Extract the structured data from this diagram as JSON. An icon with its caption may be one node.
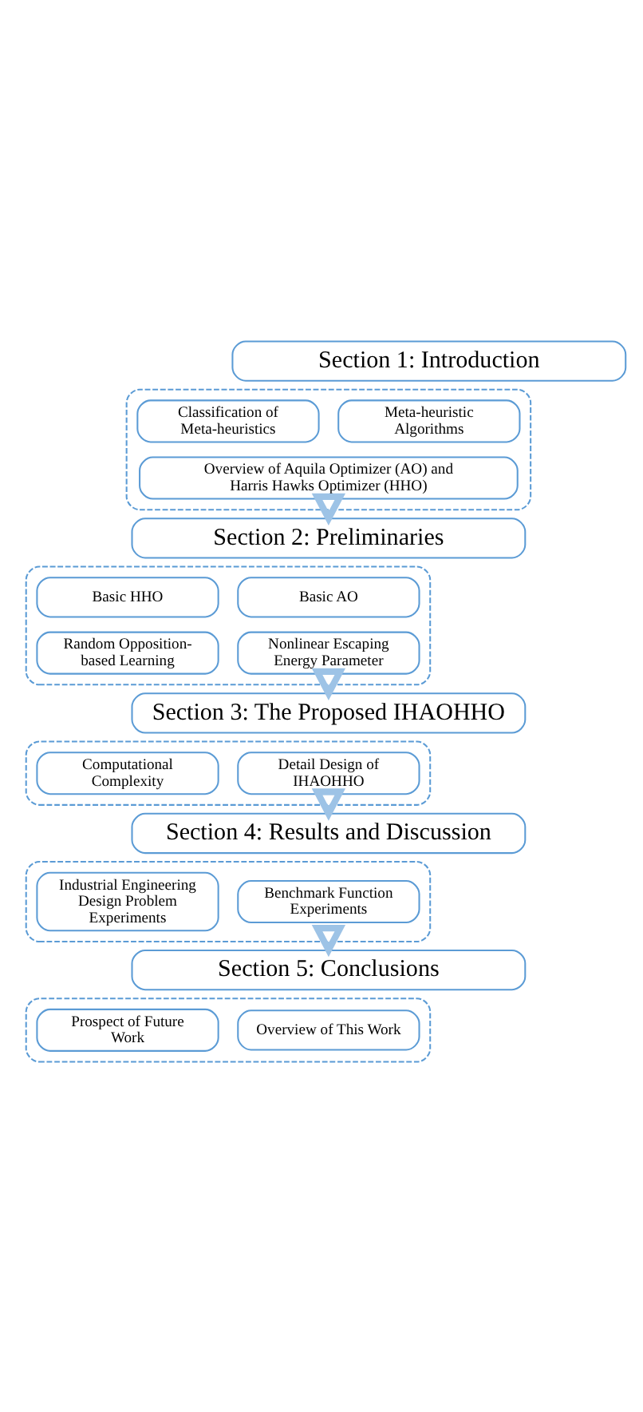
{
  "diagram": {
    "nodes": [
      {
        "text": [
          "Section 1: Introduction"
        ]
      },
      {
        "text": [],
        "shape": "box"
      },
      {
        "text": [
          "Meta-heuristic Algorithms"
        ],
        "in": 1
      },
      {
        "text": [
          "Classification of Meta-heuristics"
        ],
        "in": 1
      },
      {
        "text": [
          "Overview of Aquila Optimizer (AO) and Harris Hawks Optimizer (HHO)"
        ],
        "in": 1
      },
      {
        "text": [
          "Section 2: Preliminaries"
        ]
      },
      {
        "text": [],
        "shape": "box"
      },
      {
        "text": [
          "Basic AO"
        ],
        "in": 6
      },
      {
        "text": [
          "Basic HHO"
        ],
        "in": 6
      },
      {
        "text": [
          "Nonlinear Escaping Energy Parameter"
        ],
        "in": 6
      },
      {
        "text": [
          "Random Opposition-based Learning"
        ],
        "in": 6
      },
      {
        "text": [
          "Section 3: The Proposed IHAOHHO"
        ]
      },
      {
        "text": [],
        "shape": "box"
      },
      {
        "text": [
          "Detail Design of IHAOHHO"
        ],
        "in": 12
      },
      {
        "text": [
          "Computational Complexity"
        ],
        "in": 12
      },
      {
        "text": [
          "Section 4: Results and Discussion"
        ]
      },
      {
        "text": [],
        "shape": "box"
      },
      {
        "text": [
          "Benchmark Function Experiments"
        ],
        "in": 16
      },
      {
        "text": [
          "Industrial Engineering Design Problem Experiments"
        ],
        "in": 16
      },
      {
        "text": [
          "Section 5: Conclusions"
        ]
      },
      {
        "text": [],
        "shape": "box"
      },
      {
        "text": [
          "Overview of This Work"
        ],
        "in": 20
      },
      {
        "text": [
          "Prospect of Future Work"
        ],
        "in": 20
      }
    ],
    "edges": [
      {
        "from": 1,
        "to": 5,
        "arrow": "to"
      },
      {
        "from": 6,
        "to": 11,
        "arrow": "to"
      },
      {
        "from": 12,
        "to": 15,
        "arrow": "to"
      },
      {
        "from": 16,
        "to": 19,
        "arrow": "to"
      }
    ]
  }
}
